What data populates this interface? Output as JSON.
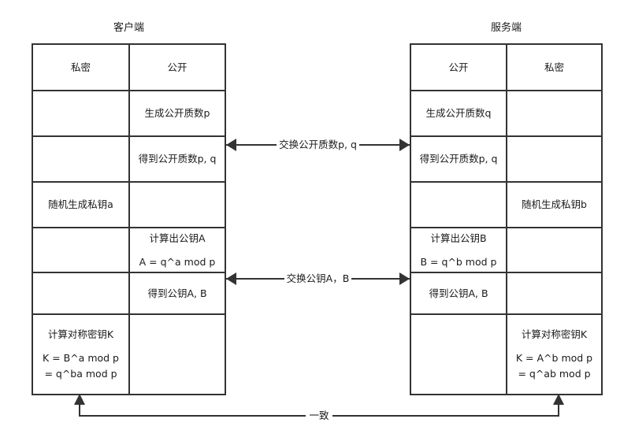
{
  "diagram": {
    "title_client": "客户端",
    "title_server": "服务端",
    "client_table": {
      "columns": [
        "私密",
        "公开"
      ],
      "rows": [
        {
          "private": [
            "私密"
          ],
          "public": [
            "公开"
          ],
          "header": true
        },
        {
          "private": [],
          "public": [
            "生成公开质数p"
          ]
        },
        {
          "private": [],
          "public": [
            "得到公开质数p, q"
          ]
        },
        {
          "private": [
            "随机生成私钥a"
          ],
          "public": []
        },
        {
          "private": [],
          "public": [
            "计算出公钥A",
            "A = q^a mod p"
          ]
        },
        {
          "private": [],
          "public": [
            "得到公钥A, B"
          ]
        },
        {
          "private": [
            "计算对称密钥K",
            "K = B^a mod p",
            "= q^ba mod p"
          ],
          "public": []
        }
      ]
    },
    "server_table": {
      "columns": [
        "公开",
        "私密"
      ],
      "rows": [
        {
          "public": [
            "公开"
          ],
          "private": [
            "私密"
          ],
          "header": true
        },
        {
          "public": [
            "生成公开质数q"
          ],
          "private": []
        },
        {
          "public": [
            "得到公开质数p, q"
          ],
          "private": []
        },
        {
          "public": [],
          "private": [
            "随机生成私钥b"
          ]
        },
        {
          "public": [
            "计算出公钥B",
            "B = q^b mod p"
          ],
          "private": []
        },
        {
          "public": [
            "得到公钥A, B"
          ],
          "private": []
        },
        {
          "public": [],
          "private": [
            "计算对称密钥K",
            "K = A^b mod p",
            "= q^ab mod p"
          ]
        }
      ]
    },
    "connectors": [
      {
        "label": "交换公开质数p, q",
        "direction": "bidirectional"
      },
      {
        "label": "交换公钥A，B",
        "direction": "bidirectional"
      }
    ],
    "bottom_bracket": {
      "label": "一致",
      "direction": "both-up"
    },
    "colors": {
      "line": "#333333",
      "text": "#1a1a1a",
      "background": "#ffffff"
    }
  }
}
